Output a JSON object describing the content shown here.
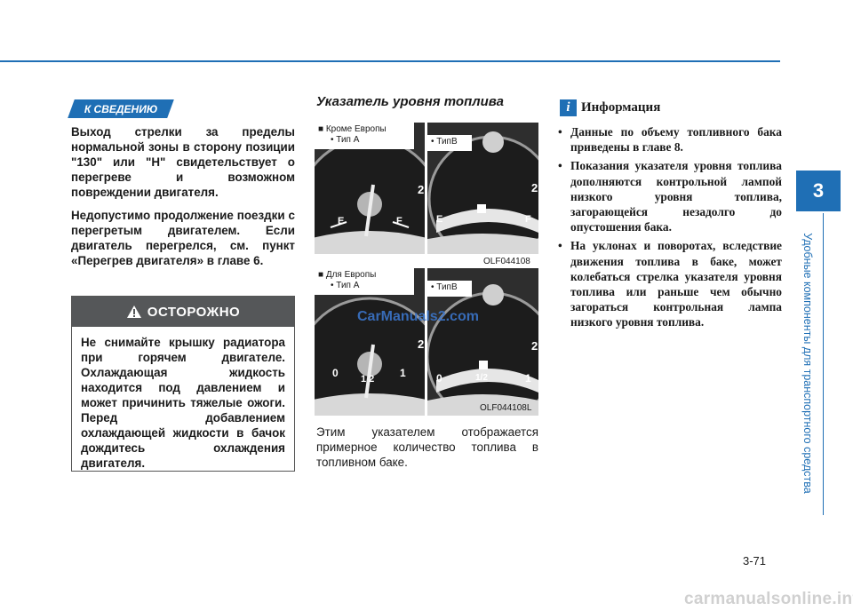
{
  "page": {
    "chapter_number": "3",
    "chapter_title": "Удобные компоненты для транспортного средства",
    "page_number": "3-71",
    "watermark": "carmanualsonline.info",
    "accent_color": "#1f6fb5"
  },
  "notice": {
    "tag": "К СВЕДЕНИЮ",
    "paragraphs": [
      "Выход стрелки за пределы нормальной зоны в сторону позиции \"130\" или \"H\" свидетельствует о перегреве и возможном повреждении двигателя.",
      "Недопустимо продолжение поездки с перегретым двигателем. Если двигатель перегрелся, см. пункт «Перегрев двигателя» в главе 6."
    ]
  },
  "warning": {
    "title": "ОСТОРОЖНО",
    "icon": "warning-triangle-icon",
    "text": "Не снимайте крышку радиатора при горячем двигателе. Охлаждающая жидкость находится под давлением и может причинить тяжелые ожоги. Перед добавлением охлаждающей жидкости в бачок дождитесь охлаждения двигателя."
  },
  "fuel_section": {
    "title": "Указатель уровня топлива",
    "figure1": {
      "group_label": "■ Кроме Европы",
      "type_a": "• Тип A",
      "type_b": "• ТипB",
      "code": "OLF044108",
      "gauge_a": {
        "empty": "E",
        "full": "F",
        "mark": "2"
      },
      "gauge_b": {
        "empty": "E",
        "full": "F",
        "mark": "2"
      }
    },
    "figure2": {
      "group_label": "■ Для Европы",
      "type_a": "• Тип A",
      "type_b": "• ТипB",
      "code": "OLF044108L",
      "overlay_watermark": "CarManuals2.com",
      "gauge_a": {
        "zero": "0",
        "half": "1 2",
        "one": "1",
        "mark": "2"
      },
      "gauge_b": {
        "zero": "0",
        "half": "1/2",
        "one": "1",
        "mark": "2"
      }
    },
    "description": "Этим указателем отображается примерное количество топлива в топливном баке."
  },
  "information": {
    "icon": "info-icon",
    "icon_letter": "i",
    "title": "Информация",
    "items": [
      "Данные по объему топливного бака приведены в главе 8.",
      "Показания указателя уровня топлива дополняются контрольной лампой низкого уровня топлива, загорающейся незадолго до опустошения бака.",
      "На уклонах и поворотах, вследствие движения топлива в баке, может колебаться стрелка указателя уровня топлива или раньше чем обычно загораться контрольная лампа низкого уровня топлива."
    ]
  }
}
